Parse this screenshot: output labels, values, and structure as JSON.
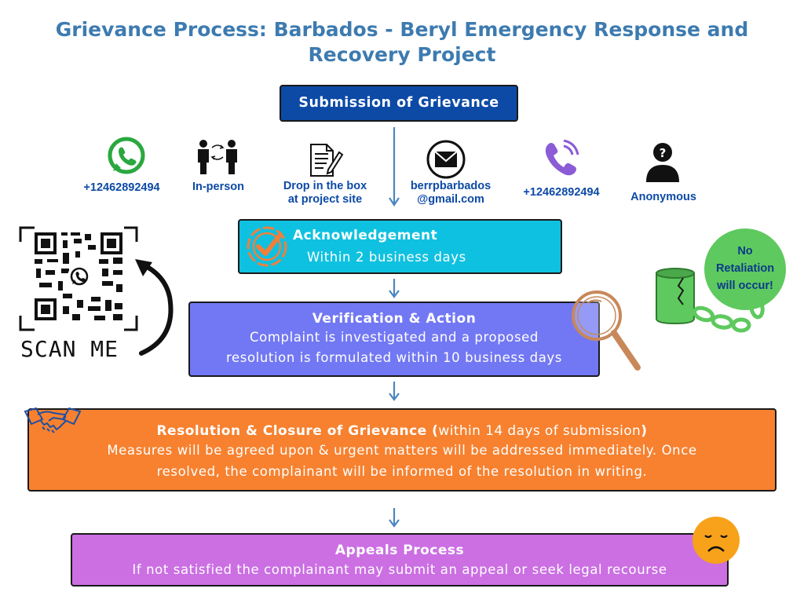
{
  "title": {
    "line1": "Grievance Process: Barbados - Beryl Emergency Response and",
    "line2": "Recovery Project"
  },
  "submission": {
    "label": "Submission of Grievance"
  },
  "channels": [
    {
      "icon": "whatsapp-icon",
      "label": "+12462892494"
    },
    {
      "icon": "in-person-icon",
      "label": "In-person"
    },
    {
      "icon": "document-icon",
      "label_line1": "Drop in  the box",
      "label_line2": "at project site"
    },
    {
      "icon": "email-icon",
      "label_line1": "berrpbarbados",
      "label_line2": "@gmail.com"
    },
    {
      "icon": "phone-icon",
      "label": "+12462892494"
    },
    {
      "icon": "anonymous-icon",
      "label": "Anonymous"
    }
  ],
  "acknowledgement": {
    "heading": "Acknowledgement",
    "text": "Within 2 business days"
  },
  "verification": {
    "heading": "Verification & Action",
    "line1": "Complaint is investigated and a proposed",
    "line2": "resolution is formulated within 10 business days"
  },
  "resolution": {
    "heading": "Resolution & Closure of Grievance (",
    "heading_note": "within 14 days of submission",
    "heading_close": ")",
    "line1": "Measures will be agreed upon & urgent matters will be addressed immediately. Once",
    "line2": "resolved, the complainant will be informed of the resolution in writing."
  },
  "appeals": {
    "heading": "Appeals Process",
    "text": "If not satisfied the complainant may submit an appeal or seek legal recourse"
  },
  "qr": {
    "caption": "SCAN ME"
  },
  "no_retaliation": {
    "line1": "No",
    "line2": "Retaliation",
    "line3": "will occur!"
  },
  "colors": {
    "title": "#3d7bb0",
    "submission": "#0c4aa6",
    "acknowledgement": "#0fc1e0",
    "verification": "#7278f3",
    "resolution": "#f7812f",
    "appeals": "#cb6fe3",
    "arrow": "#4b86bf",
    "no_retaliation": "#5ec95e"
  }
}
